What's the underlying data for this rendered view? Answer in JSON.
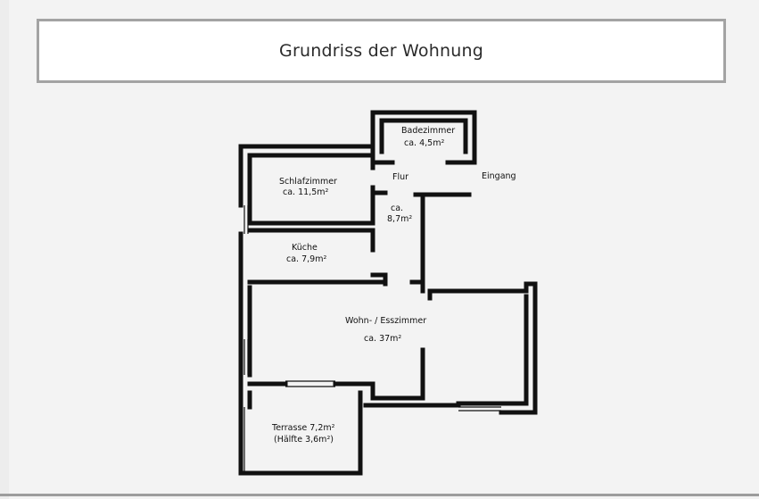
{
  "header": {
    "title": "Grundriss der Wohnung"
  },
  "colors": {
    "wall": "#111111",
    "frame": "#a3a3a3",
    "background": "#f3f3f3"
  },
  "rooms": {
    "bad": {
      "name": "Badezimmer",
      "area": "ca. 4,5m²"
    },
    "flur": {
      "name": "Flur",
      "area_prefix": "ca.",
      "area_value": "8,7m²"
    },
    "eingang": {
      "name": "Eingang"
    },
    "schlafzimmer": {
      "name": "Schlafzimmer",
      "area": "ca. 11,5m²"
    },
    "kueche": {
      "name": "Küche",
      "area": "ca. 7,9m²"
    },
    "wohnzimmer": {
      "name": "Wohn- / Esszimmer",
      "area": "ca. 37m²"
    },
    "terrasse": {
      "name": "Terrasse 7,2m²",
      "area": "(Hälfte 3,6m²)"
    }
  }
}
